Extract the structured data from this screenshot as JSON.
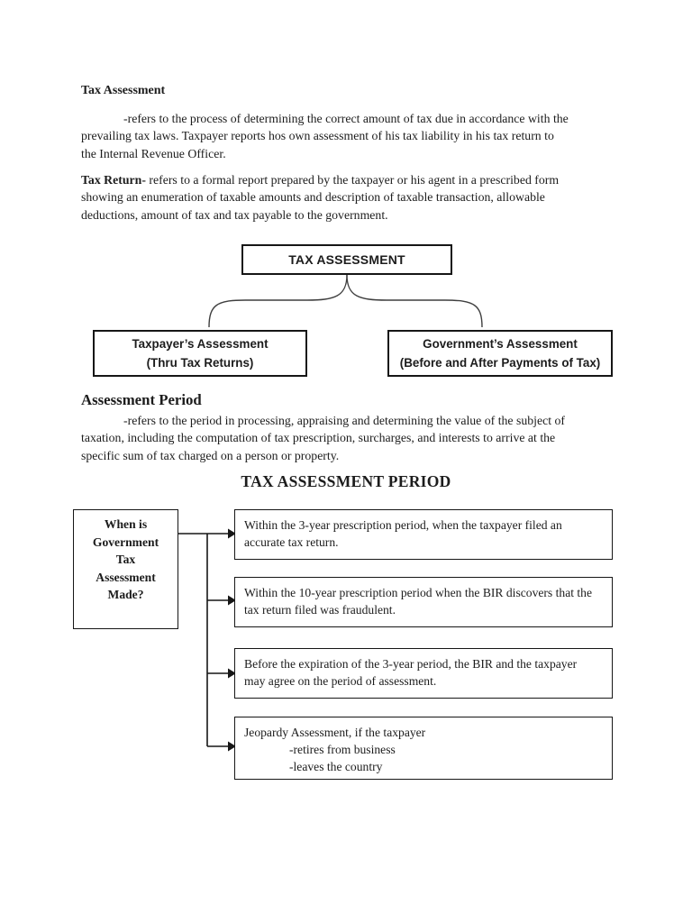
{
  "doc": {
    "heading1": "Tax Assessment",
    "para1": {
      "line1": "-refers to the process of determining the correct amount of tax due in accordance with the",
      "line2": "prevailing tax laws. Taxpayer reports hos own assessment of his tax liability in his tax return to",
      "line3": "the Internal Revenue Officer."
    },
    "para2": {
      "bold_lead": "Tax Return-",
      "line1_rest": " refers to a formal report prepared by the taxpayer or his agent in a prescribed form",
      "line2": "showing an enumeration of taxable amounts and description of taxable transaction, allowable",
      "line3": "deductions, amount of tax and tax payable to the government."
    },
    "heading2": "Assessment Period",
    "para3": {
      "line1": "-refers to the period in processing, appraising and determining the value of the subject of",
      "line2": "taxation, including the computation of tax prescription, surcharges, and interests to arrive at the",
      "line3": "specific sum of tax charged on a person or property."
    },
    "title2": "TAX ASSESSMENT PERIOD"
  },
  "diagram1": {
    "root_label": "TAX ASSESSMENT",
    "left_box": {
      "line1": "Taxpayer’s Assessment",
      "line2": "(Thru Tax Returns)"
    },
    "right_box": {
      "line1": "Government’s Assessment",
      "line2": "(Before and After Payments of Tax)"
    }
  },
  "diagram2": {
    "source_box": {
      "lines": [
        "When is",
        "Government",
        "Tax",
        "Assessment",
        "Made?"
      ]
    },
    "boxes": [
      {
        "line1": "Within the 3-year prescription period, when the taxpayer filed an",
        "line2": "accurate tax return."
      },
      {
        "line1": "Within the 10-year prescription period when the BIR discovers that the",
        "line2": "tax return filed was fraudulent."
      },
      {
        "line1": "Before the expiration of the 3-year period, the BIR and the taxpayer",
        "line2": "may agree on the period of assessment."
      },
      {
        "line1": "Jeopardy Assessment, if the taxpayer",
        "line2": "-retires from business",
        "line3": "-leaves the country"
      }
    ]
  },
  "colors": {
    "page_background": "#ffffff",
    "ink": "#1c1c1c",
    "box_border": "#161616",
    "connector": "#3f3f3f"
  }
}
